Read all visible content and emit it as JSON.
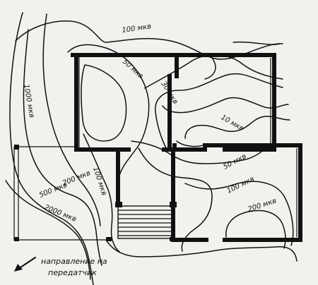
{
  "contours": [
    {
      "id": "c100_top",
      "label": "100 мкв"
    },
    {
      "id": "c50_left",
      "label": "50 мкв"
    },
    {
      "id": "c30",
      "label": "30 мкв"
    },
    {
      "id": "c10",
      "label": "10 мкв"
    },
    {
      "id": "c50_right",
      "label": "50 мкв"
    },
    {
      "id": "c100_mid",
      "label": "100 мкв"
    },
    {
      "id": "c100_right",
      "label": "100 мкв"
    },
    {
      "id": "c200_right",
      "label": "200 мкв"
    },
    {
      "id": "c200_left",
      "label": "200 мкв"
    },
    {
      "id": "c500",
      "label": "500 мкв"
    },
    {
      "id": "c1000",
      "label": "1000 мкв"
    },
    {
      "id": "c2000",
      "label": "2000 мкв"
    }
  ],
  "direction": {
    "line1": "направление на",
    "line2": "передатчик"
  }
}
